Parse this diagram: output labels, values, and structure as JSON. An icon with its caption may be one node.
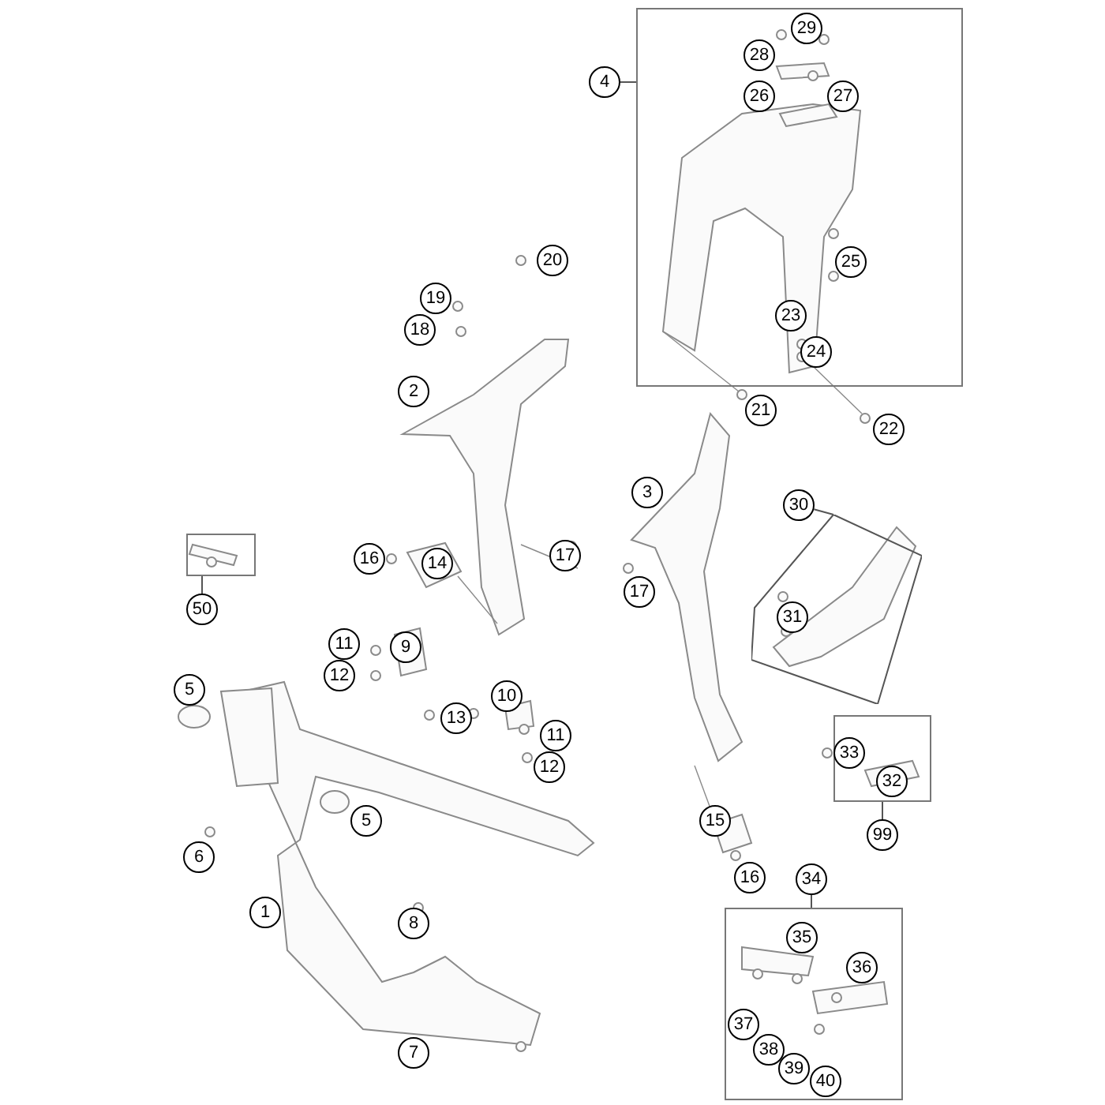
{
  "diagram": {
    "nodes": [
      {
        "text": [
          "4"
        ]
      },
      {
        "text": [],
        "shape": "box"
      },
      {
        "text": [
          "29"
        ],
        "in": 1
      },
      {
        "text": [
          "28"
        ],
        "in": 1
      },
      {
        "text": [
          "26"
        ],
        "in": 1
      },
      {
        "text": [
          "27"
        ],
        "in": 1
      },
      {
        "text": [
          "20"
        ]
      },
      {
        "text": [
          "25"
        ],
        "in": 1
      },
      {
        "text": [
          "19"
        ]
      },
      {
        "text": [
          "23"
        ],
        "in": 1
      },
      {
        "text": [
          "18"
        ]
      },
      {
        "text": [
          "24"
        ],
        "in": 1
      },
      {
        "text": [
          "2"
        ]
      },
      {
        "text": [
          "21"
        ]
      },
      {
        "text": [
          "22"
        ]
      },
      {
        "text": [
          "3"
        ]
      },
      {
        "text": [
          "30"
        ]
      },
      {
        "text": [],
        "shape": "box"
      },
      {
        "text": [
          "17"
        ]
      },
      {
        "text": [
          "16"
        ]
      },
      {
        "text": [
          "14"
        ]
      },
      {
        "text": [
          "50"
        ]
      },
      {
        "text": [],
        "shape": "box"
      },
      {
        "text": [
          "17"
        ]
      },
      {
        "text": [
          "31"
        ],
        "in": 17
      },
      {
        "text": [
          "11"
        ]
      },
      {
        "text": [
          "9"
        ]
      },
      {
        "text": [
          "12"
        ]
      },
      {
        "text": [
          "5"
        ]
      },
      {
        "text": [
          "10"
        ]
      },
      {
        "text": [
          "13"
        ]
      },
      {
        "text": [
          "99"
        ]
      },
      {
        "text": [],
        "shape": "box"
      },
      {
        "text": [
          "11"
        ]
      },
      {
        "text": [
          "33"
        ],
        "in": 32
      },
      {
        "text": [
          "12"
        ]
      },
      {
        "text": [
          "32"
        ],
        "in": 32
      },
      {
        "text": [
          "5"
        ]
      },
      {
        "text": [
          "15"
        ]
      },
      {
        "text": [
          "6"
        ]
      },
      {
        "text": [
          "16"
        ]
      },
      {
        "text": [
          "34"
        ]
      },
      {
        "text": [],
        "shape": "box"
      },
      {
        "text": [
          "1"
        ]
      },
      {
        "text": [
          "8"
        ]
      },
      {
        "text": [
          "35"
        ],
        "in": 42
      },
      {
        "text": [
          "36"
        ],
        "in": 42
      },
      {
        "text": [
          "37"
        ],
        "in": 42
      },
      {
        "text": [
          "38"
        ],
        "in": 42
      },
      {
        "text": [
          "7"
        ]
      },
      {
        "text": [
          "39"
        ],
        "in": 42
      },
      {
        "text": [
          "40"
        ],
        "in": 42
      }
    ],
    "edges": [
      {
        "from": 0,
        "to": 1,
        "arrow": "none"
      },
      {
        "from": 16,
        "to": 17,
        "arrow": "none"
      },
      {
        "from": 21,
        "to": 22,
        "arrow": "none"
      },
      {
        "from": 31,
        "to": 32,
        "arrow": "none"
      },
      {
        "from": 41,
        "to": 42,
        "arrow": "none"
      }
    ]
  }
}
